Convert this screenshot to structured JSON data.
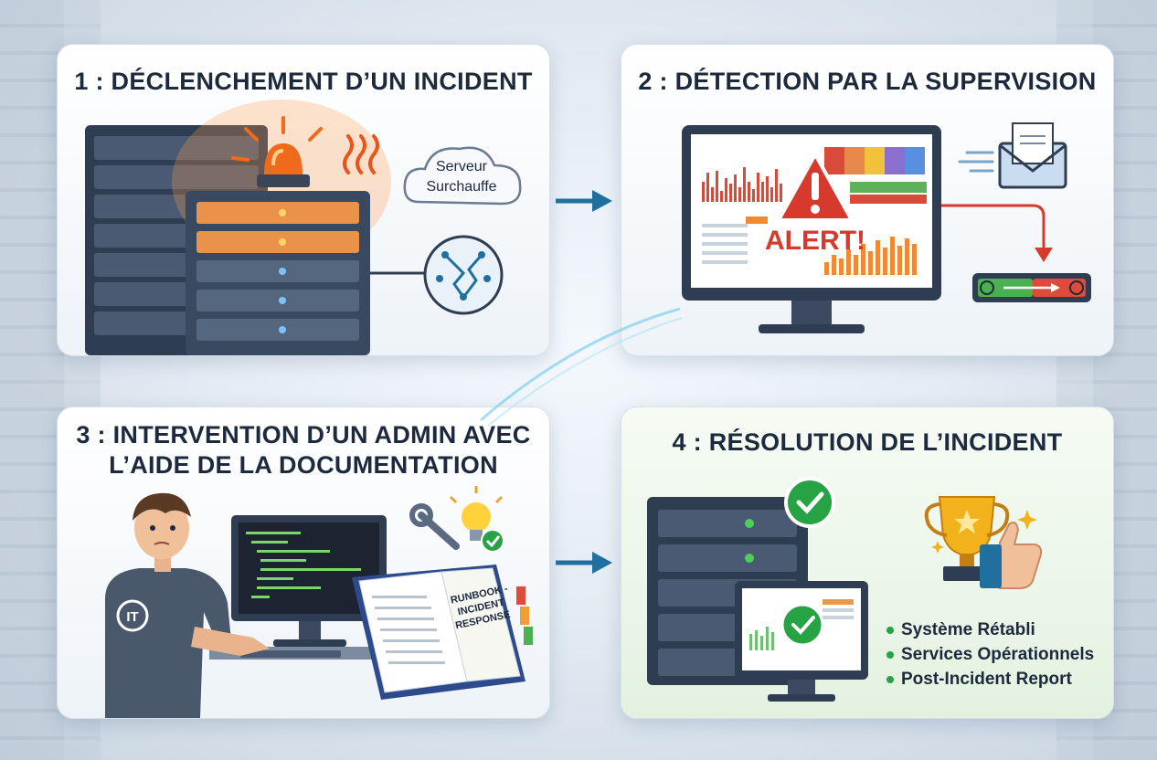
{
  "steps": [
    {
      "title": "1 : DÉCLENCHEMENT D’UN INCIDENT",
      "cloud_line1": "Serveur",
      "cloud_line2": "Surchauffe"
    },
    {
      "title": "2 : DÉTECTION PAR LA SUPERVISION",
      "alert_text": "ALERT!"
    },
    {
      "title_line1": "3 : INTERVENTION D’UN ADMIN AVEC",
      "title_line2": "L’AIDE DE LA DOCUMENTATION",
      "shirt_logo": "IT",
      "runbook_line1": "RUNBOOK -",
      "runbook_line2": "INCIDENT",
      "runbook_line3": "RESPONSE"
    },
    {
      "title": "4 : RÉSOLUTION DE L’INCIDENT",
      "bullets": [
        "Système Rétabli",
        "Services Opérationnels",
        "Post-Incident Report"
      ]
    }
  ],
  "colors": {
    "title": "#1d2a3d",
    "arrow": "#1f6f9f",
    "alert_red": "#d63a2c",
    "success_green": "#27a244",
    "server_dark": "#2f3d52",
    "server_orange": "#e8924a"
  },
  "icons": [
    "server-rack-icon",
    "siren-icon",
    "heat-waves-icon",
    "cloud-icon",
    "network-chip-icon",
    "monitor-icon",
    "alert-triangle-icon",
    "email-icon",
    "status-bar-icon",
    "admin-person-icon",
    "wrench-icon",
    "lightbulb-icon",
    "binder-icon",
    "check-icon",
    "trophy-icon",
    "thumbs-up-icon"
  ]
}
